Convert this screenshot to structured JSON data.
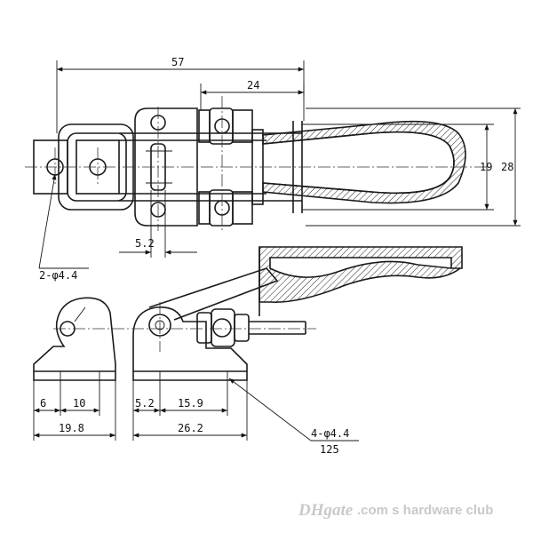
{
  "dimensions": {
    "overall_length": "57",
    "handle_offset": "24",
    "inner_width": "19",
    "outer_width": "28",
    "slot_offset": "5.2",
    "hole_callout_top": "2-φ4.4",
    "base_left_a": "6",
    "base_left_b": "10",
    "base_left_total": "19.8",
    "base_right_a": "5.2",
    "base_right_b": "15.9",
    "base_right_total": "26.2",
    "hole_callout_bottom": "4-φ4.4",
    "length_125": "125"
  },
  "watermark": {
    "logo": "DHgate",
    "text": ".com s hardware club"
  }
}
